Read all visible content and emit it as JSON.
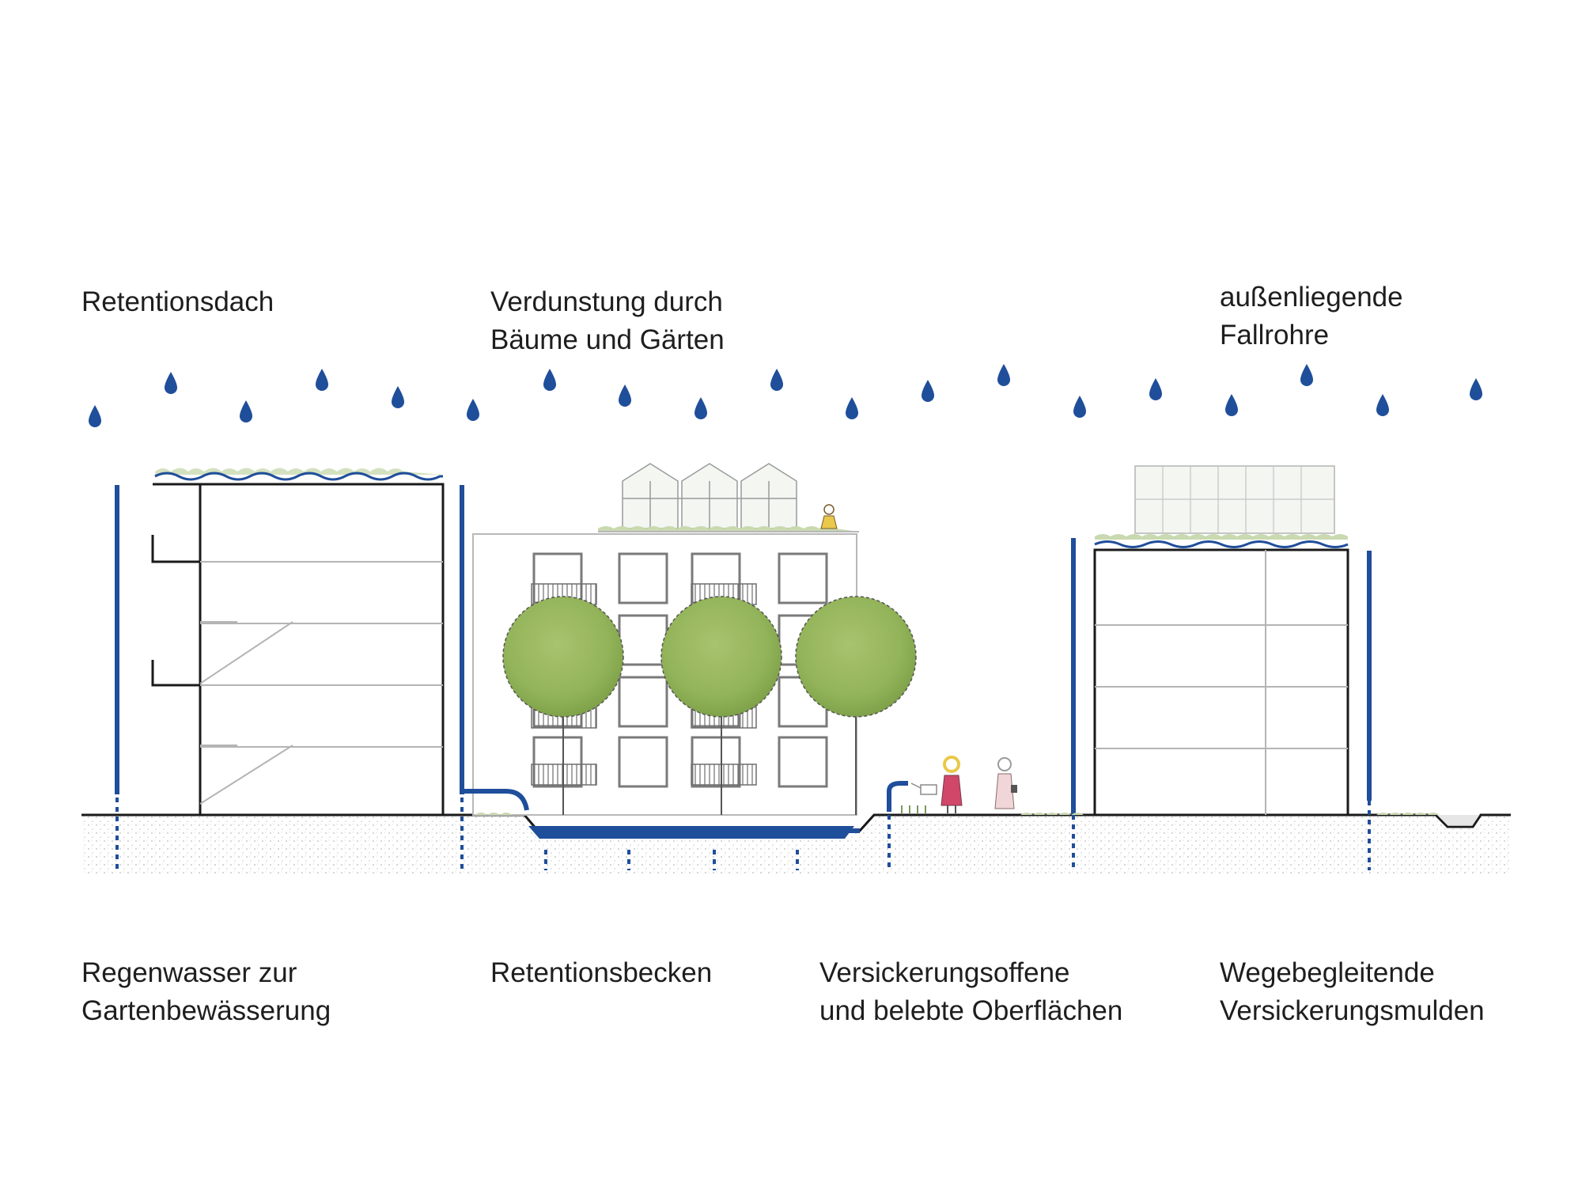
{
  "labels": {
    "top_left": [
      "Retentionsdach"
    ],
    "top_middle": [
      "Verdunstung durch",
      "Bäume und Gärten"
    ],
    "top_right": [
      "außenliegende",
      "Fallrohre"
    ],
    "bottom_1": [
      "Regenwasser zur",
      "Gartenbewässerung"
    ],
    "bottom_2": [
      "Retentionsbecken"
    ],
    "bottom_3": [
      "Versickerungsoffene",
      "und belebte Oberflächen"
    ],
    "bottom_4": [
      "Wegebegleitende",
      "Versickerungsmulden"
    ]
  },
  "colors": {
    "water": "#1f4e9a",
    "foliage": "#93b45a",
    "outline": "#1a1a1a",
    "grid": "#b4b4b4",
    "ground_dots": "#b8b8b8",
    "person_dress": "#d0476a",
    "person_hair": "#e9c84a"
  }
}
